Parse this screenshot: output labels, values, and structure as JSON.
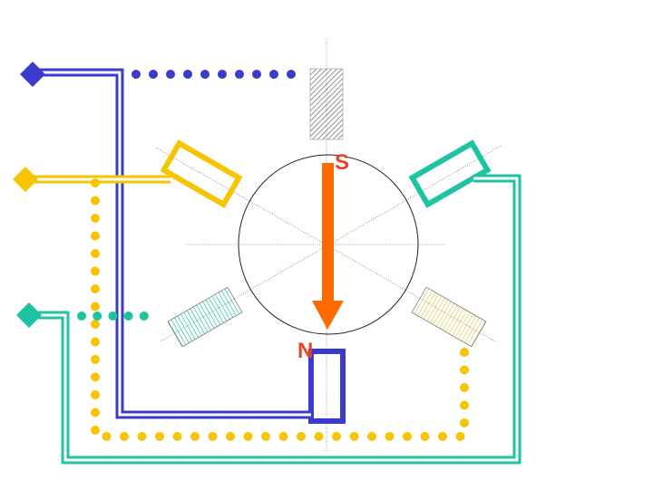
{
  "labels": {
    "south": "S",
    "north": "N"
  },
  "colors": {
    "blue": "#3a3acb",
    "yellow": "#f6c400",
    "teal": "#1ec3a0",
    "orange": "#ff6a00",
    "red_text": "#e6442a",
    "hatch_grey": "#888888",
    "hatch_teal": "#1ec3a0",
    "hatch_yellow": "#e0c84a"
  },
  "phases": [
    {
      "name": "blue",
      "coil_style": "solid",
      "return_style": "dotted"
    },
    {
      "name": "yellow",
      "coil_style": "solid",
      "return_style": "dotted"
    },
    {
      "name": "teal",
      "coil_style": "solid",
      "return_style": "dotted"
    }
  ]
}
